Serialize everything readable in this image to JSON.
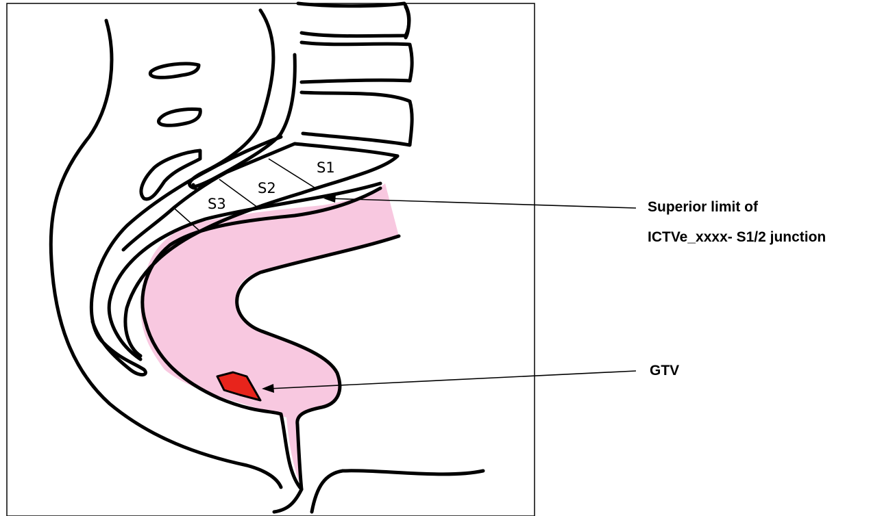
{
  "sacrum": {
    "segments": [
      "S1",
      "S2",
      "S3"
    ]
  },
  "annotations": {
    "superior_limit": [
      "Superior limit of",
      "ICTVe_xxxx- S1/2 junction"
    ],
    "gtv": "GTV"
  },
  "colors": {
    "rectum_fill": "#f8c8e0",
    "gtv_fill": "#e8241c",
    "outline": "#000000"
  }
}
